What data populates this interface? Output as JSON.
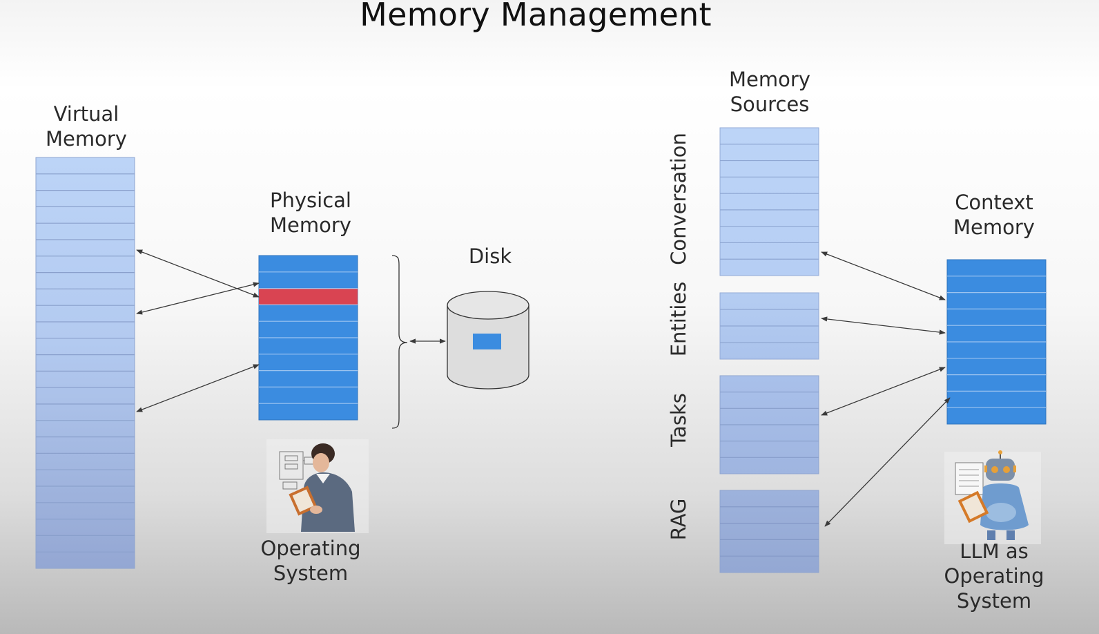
{
  "title": "Memory Management",
  "left": {
    "virtual_memory": [
      "Virtual",
      "Memory"
    ],
    "physical_memory": [
      "Physical",
      "Memory"
    ],
    "disk": "Disk",
    "operating_system": [
      "Operating",
      "System"
    ]
  },
  "right": {
    "memory_sources": [
      "Memory",
      "Sources"
    ],
    "context_memory": [
      "Context",
      "Memory"
    ],
    "sources": [
      "Conversation",
      "Entities",
      "Tasks",
      "RAG"
    ],
    "llm_os": [
      "LLM as",
      "Operating",
      "System"
    ]
  },
  "colors": {
    "light_blue": "#b8d2f5",
    "mid_blue": "#3b8ce0",
    "red": "#d94452",
    "grey_blue": "#9aaedb"
  }
}
